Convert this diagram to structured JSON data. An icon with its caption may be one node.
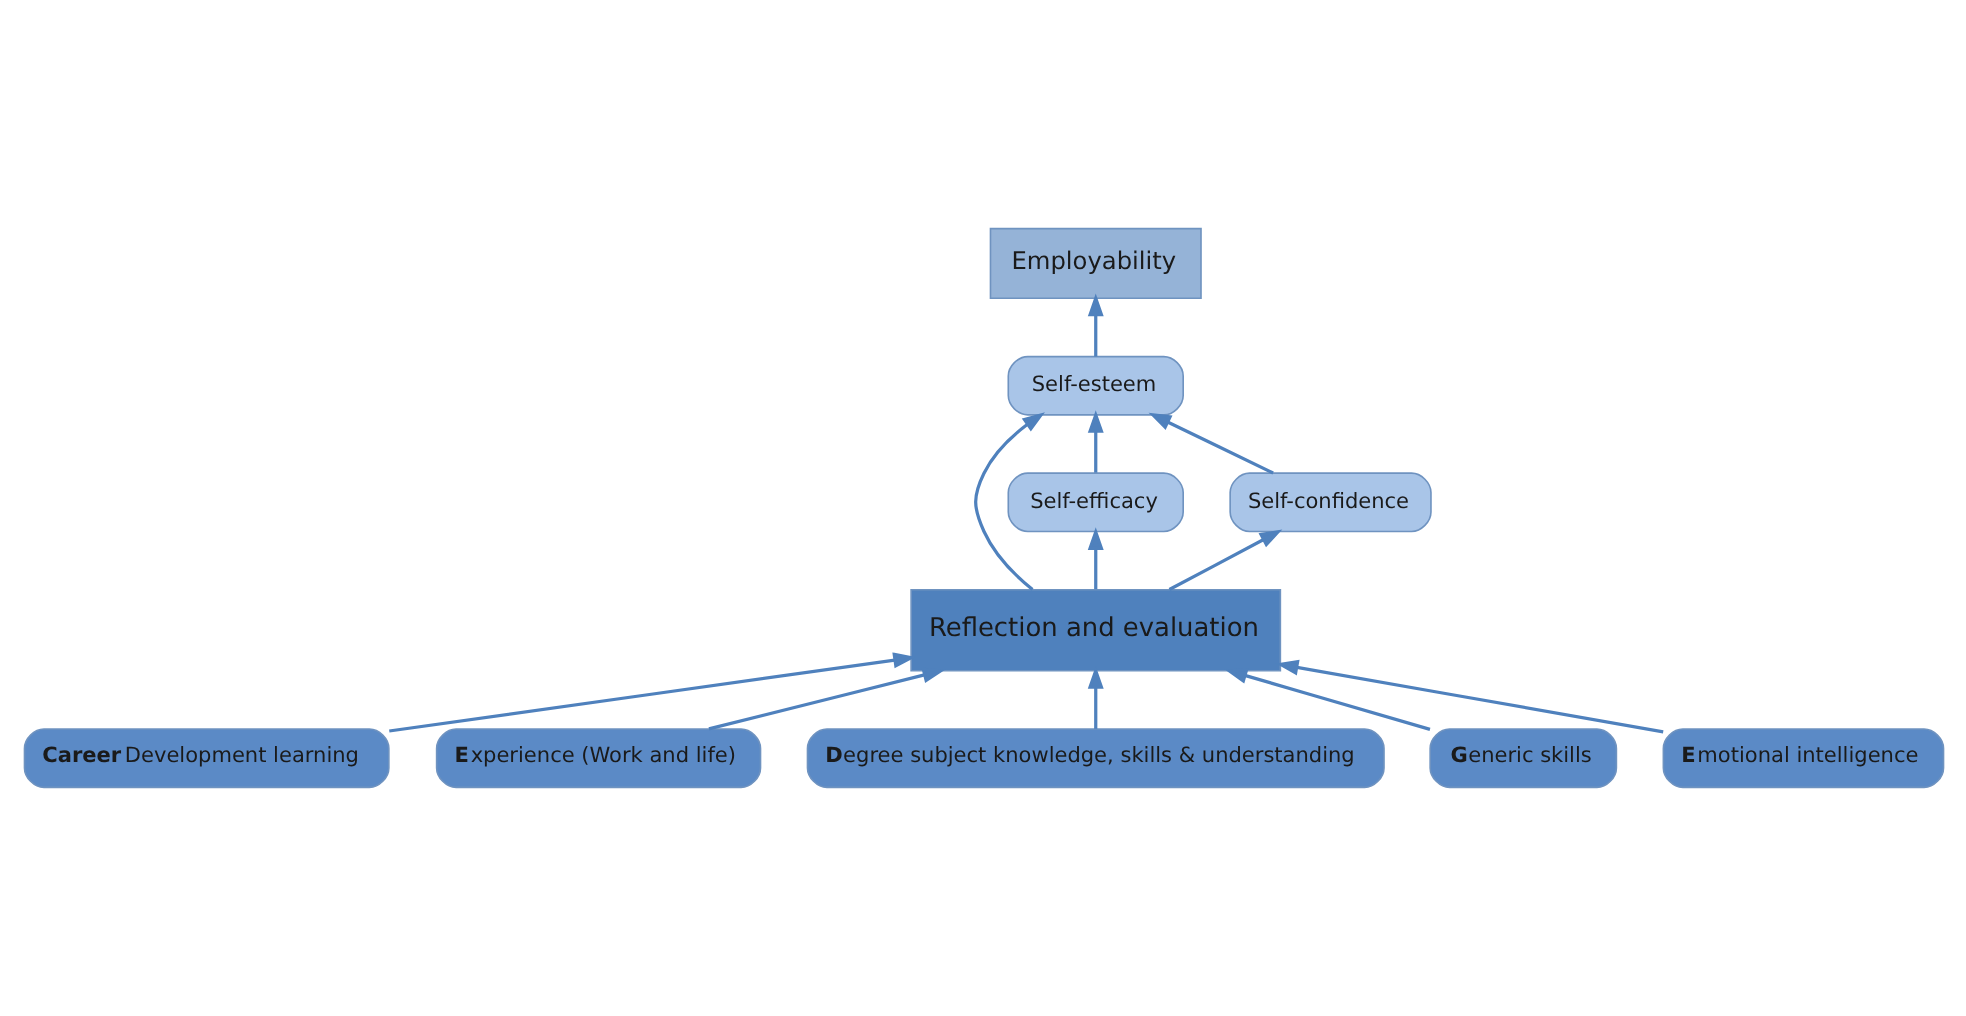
{
  "diagram": {
    "nodes": [
      {
        "text": [
          "Employability"
        ]
      },
      {
        "text": [
          "Self-esteem"
        ]
      },
      {
        "text": [
          "Self-efficacy"
        ]
      },
      {
        "text": [
          "Self-confidence"
        ]
      },
      {
        "text": [
          "Reflection and evaluation"
        ]
      },
      {
        "text": [
          "**Career** Development learning"
        ]
      },
      {
        "text": [
          "**E**xperience (Work and life)"
        ]
      },
      {
        "text": [
          "**D**egree subject knowledge, skills & understanding"
        ]
      },
      {
        "text": [
          "**G**eneric skills"
        ]
      },
      {
        "text": [
          "**E**motional intelligence"
        ]
      }
    ],
    "edges": [
      {
        "from": 5,
        "to": 4,
        "arrow": "to"
      },
      {
        "from": 6,
        "to": 4,
        "arrow": "to"
      },
      {
        "from": 7,
        "to": 4,
        "arrow": "to"
      },
      {
        "from": 8,
        "to": 4,
        "arrow": "to"
      },
      {
        "from": 9,
        "to": 4,
        "arrow": "to"
      },
      {
        "from": 4,
        "to": 1,
        "arrow": "to"
      },
      {
        "from": 4,
        "to": 2,
        "arrow": "to"
      },
      {
        "from": 4,
        "to": 3,
        "arrow": "to"
      },
      {
        "from": 2,
        "to": 1,
        "arrow": "to"
      },
      {
        "from": 3,
        "to": 1,
        "arrow": "to"
      },
      {
        "from": 1,
        "to": 0,
        "arrow": "to"
      }
    ]
  }
}
